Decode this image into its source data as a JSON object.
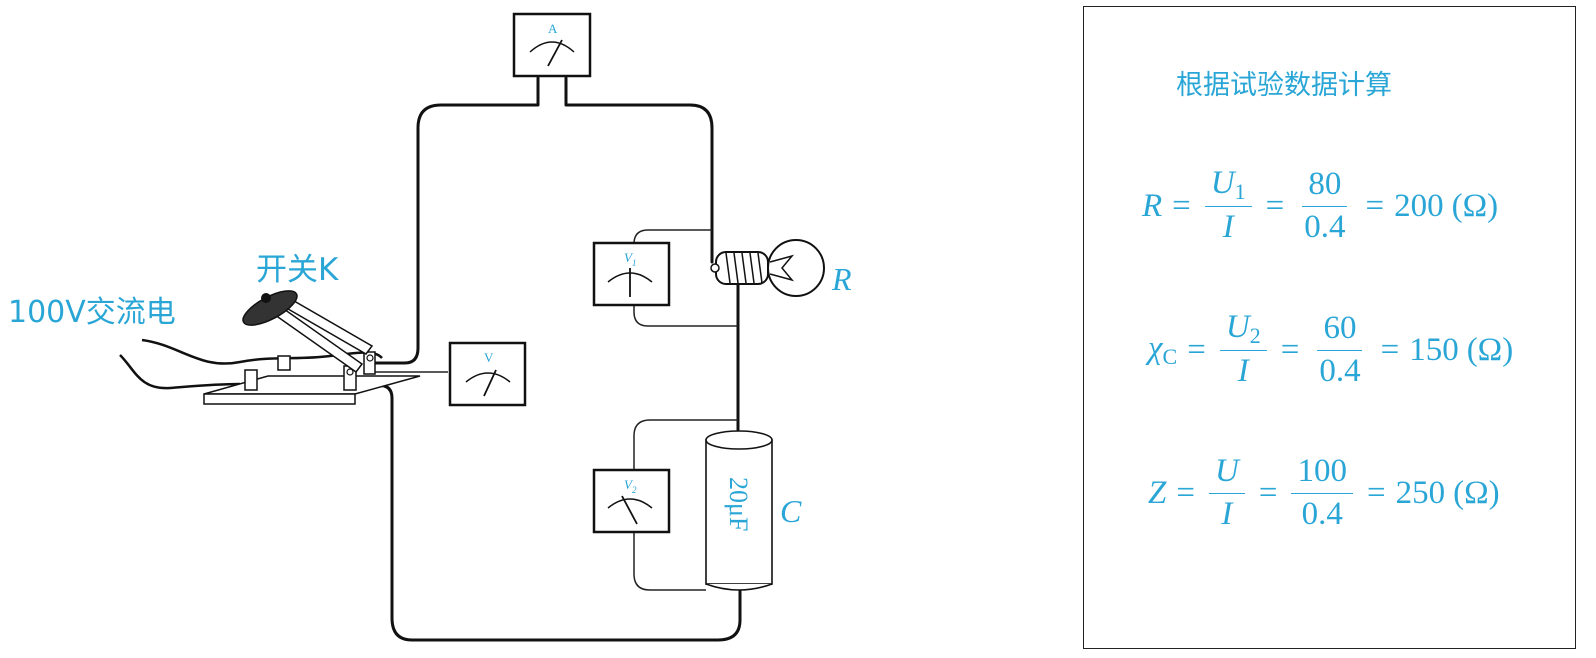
{
  "labels": {
    "switch": "开关K",
    "source": "100V交流电",
    "resistor_symbol": "R",
    "capacitor_symbol": "C",
    "capacitor_value": "20μF"
  },
  "meters": {
    "ammeter": "A",
    "voltmeter": "V",
    "v1_main": "V",
    "v1_sub": "1",
    "v2_main": "V",
    "v2_sub": "2"
  },
  "panel": {
    "title": "根据试验数据计算",
    "equations": [
      {
        "lhs": "R",
        "lhs_sub": "",
        "num": "U",
        "num_sub": "1",
        "den": "I",
        "num_val": "80",
        "den_val": "0.4",
        "result": "200",
        "unit": "(Ω)"
      },
      {
        "lhs": "χ",
        "lhs_sub": "C",
        "num": "U",
        "num_sub": "2",
        "den": "I",
        "num_val": "60",
        "den_val": "0.4",
        "result": "150",
        "unit": "(Ω)"
      },
      {
        "lhs": "Z",
        "lhs_sub": "",
        "num": "U",
        "num_sub": "",
        "den": "I",
        "num_val": "100",
        "den_val": "0.4",
        "result": "250",
        "unit": "(Ω)"
      }
    ]
  },
  "colors": {
    "accent": "#2aa6d6",
    "line": "#111111"
  }
}
